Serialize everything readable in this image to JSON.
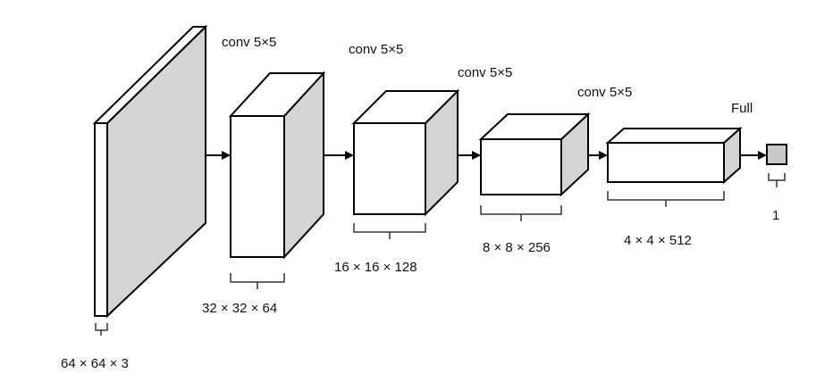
{
  "colors": {
    "face_front": "#ffffff",
    "face_side": "#d4d4d4",
    "face_top": "#ffffff",
    "stroke": "#000000",
    "text": "#111111"
  },
  "layers": [
    {
      "id": "input",
      "dims": "64 × 64 × 3",
      "op": ""
    },
    {
      "id": "layer1",
      "dims": "32 × 32 × 64",
      "op": "conv 5×5"
    },
    {
      "id": "layer2",
      "dims": "16 × 16 × 128",
      "op": "conv 5×5"
    },
    {
      "id": "layer3",
      "dims": "8 × 8 × 256",
      "op": "conv 5×5"
    },
    {
      "id": "layer4",
      "dims": "4 × 4 × 512",
      "op": "conv 5×5"
    },
    {
      "id": "output",
      "dims": "1",
      "op": "Full"
    }
  ]
}
